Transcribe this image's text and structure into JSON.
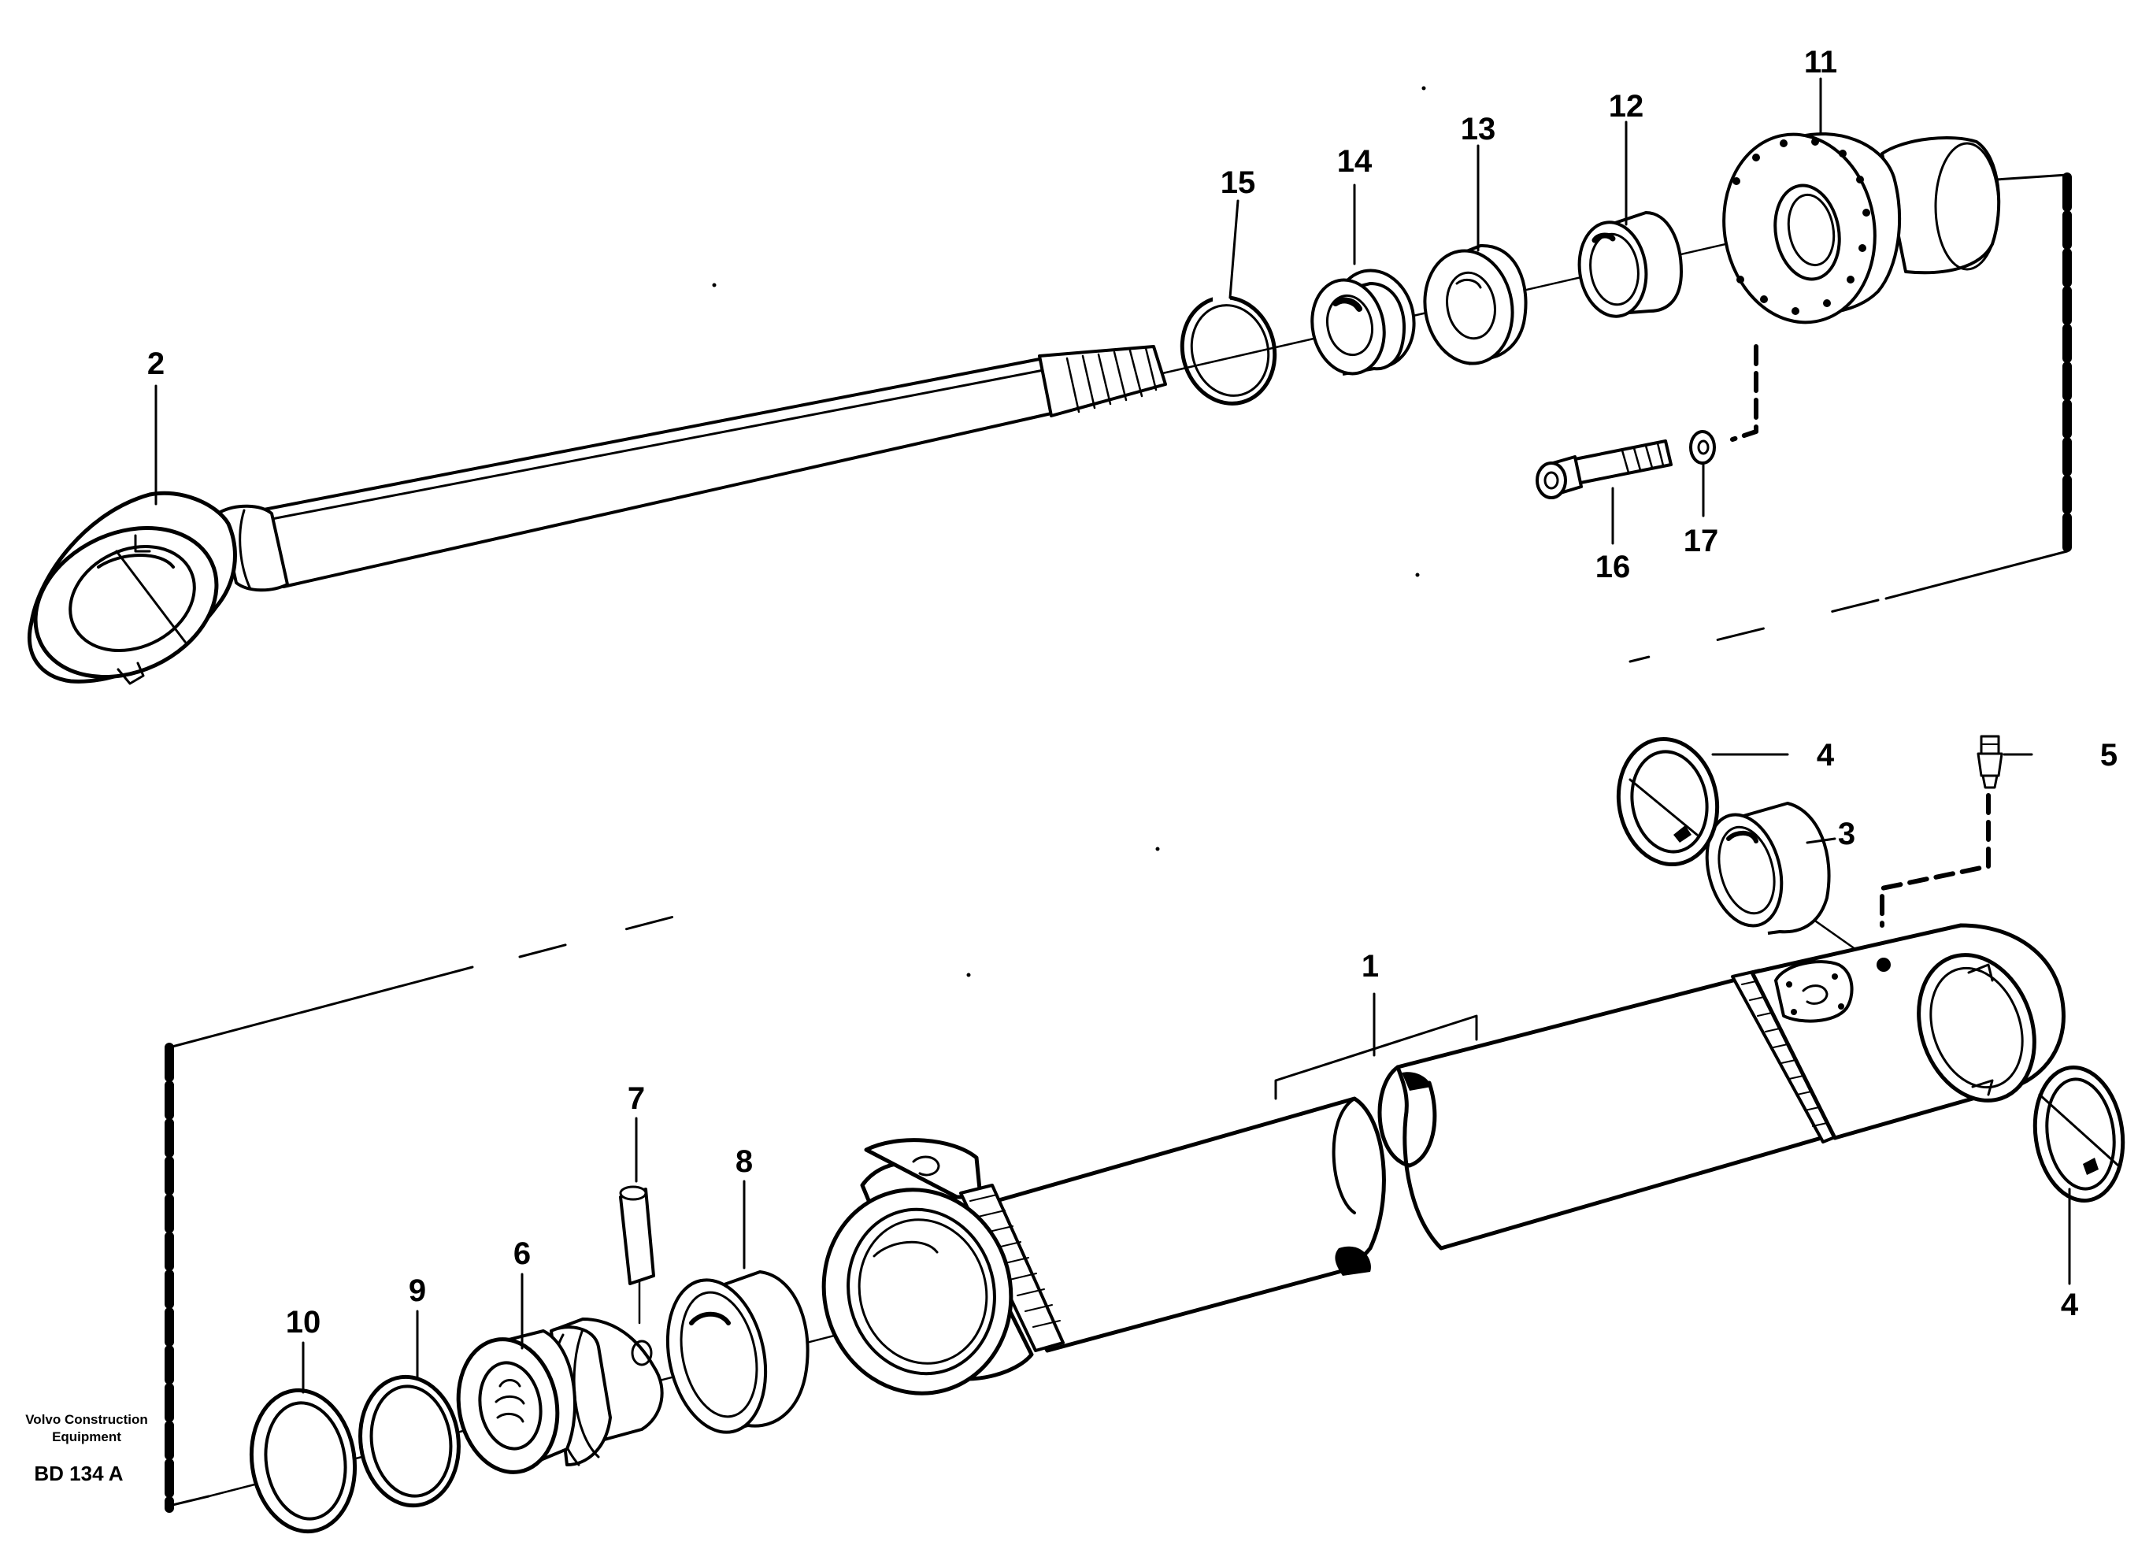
{
  "labels": {
    "p1": "1",
    "p2": "2",
    "p3": "3",
    "p4a": "4",
    "p4b": "4",
    "p5": "5",
    "p6": "6",
    "p7": "7",
    "p8": "8",
    "p9": "9",
    "p10": "10",
    "p11": "11",
    "p12": "12",
    "p13": "13",
    "p14": "14",
    "p15": "15",
    "p16": "16",
    "p17": "17"
  },
  "brand": {
    "line1": "Volvo Construction",
    "line2": "Equipment",
    "code": "BD 134 A"
  }
}
